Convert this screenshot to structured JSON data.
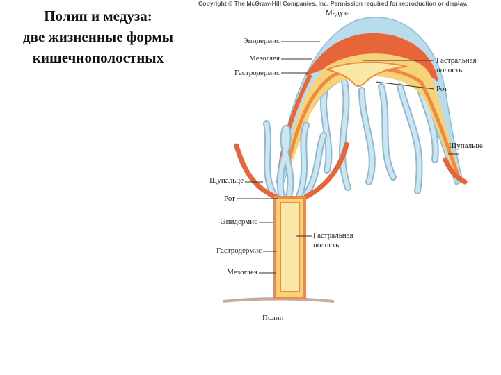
{
  "title": {
    "line1": "Полип и медуза:",
    "line2": "две жизненные формы",
    "line3": "кишечнополостных"
  },
  "copyright": "Copyright © The McGraw-Hill Companies, Inc. Permission required for reproduction or display.",
  "medusa": {
    "name": "Медуза",
    "epidermis": "Эпидермис",
    "mesoglea": "Мезоглея",
    "gastrodermis": "Гастродермис",
    "gastric_cavity_line1": "Гастральная",
    "gastric_cavity_line2": "полость",
    "mouth": "Рот",
    "tentacle": "Щупальце"
  },
  "polyp": {
    "name": "Полип",
    "tentacle": "Щупальце",
    "mouth": "Рот",
    "epidermis": "Эпидермис",
    "gastrodermis": "Гастродермис",
    "mesoglea": "Мезоглея",
    "gastric_cavity_line1": "Гастральная",
    "gastric_cavity_line2": "полость"
  },
  "colors": {
    "epidermis": "#b9dcec",
    "epidermis_stroke": "#8fb9cf",
    "mesoglea": "#f6d27a",
    "gastrodermis": "#f08a40",
    "bell_top": "#e8653a",
    "cavity": "#fbe7a6"
  }
}
